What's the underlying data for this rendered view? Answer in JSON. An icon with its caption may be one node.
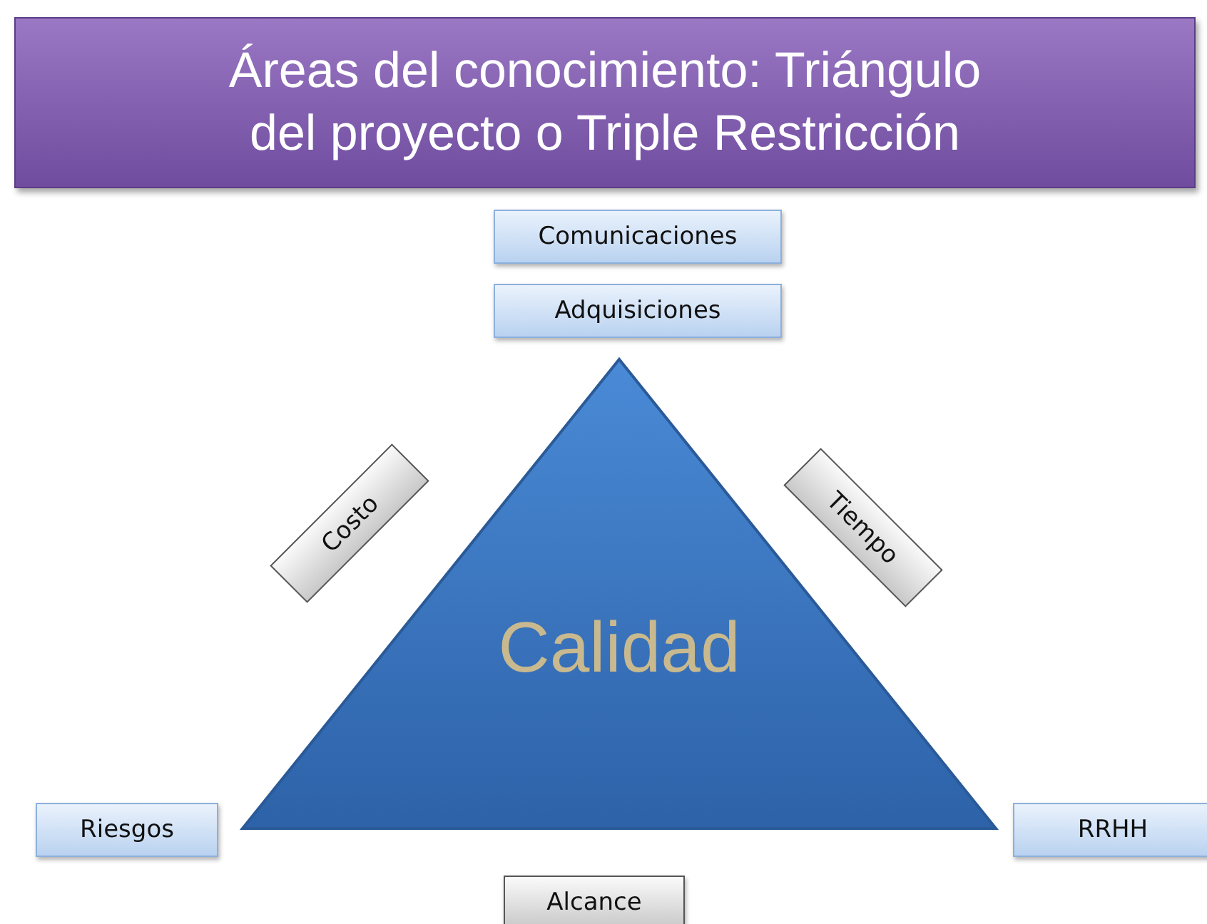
{
  "diagram": {
    "title": "Áreas del conocimiento: Triángulo del proyecto o Triple Restricción",
    "nodes": [
      {
        "text": [
          "Comunicaciones"
        ]
      },
      {
        "text": [
          "Adquisiciones"
        ]
      },
      {
        "text": [
          "Costo"
        ]
      },
      {
        "text": [
          "Tiempo"
        ]
      },
      {
        "text": [
          "Calidad"
        ]
      },
      {
        "text": [
          "Riesgos"
        ]
      },
      {
        "text": [
          "RRHH"
        ]
      },
      {
        "text": [
          "Alcance"
        ]
      }
    ],
    "edges": []
  }
}
